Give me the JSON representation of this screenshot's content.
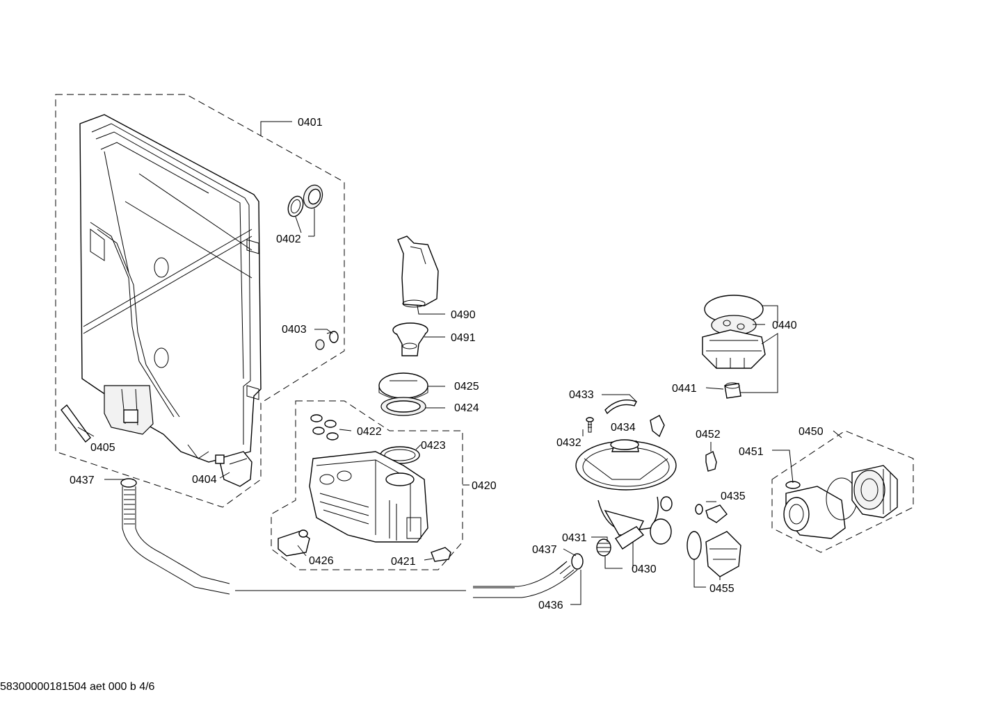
{
  "footer_text": "58300000181504 aet 000 b 4/6",
  "part_labels": {
    "p0401": "0401",
    "p0402": "0402",
    "p0403": "0403",
    "p0404": "0404",
    "p0405": "0405",
    "p0437a": "0437",
    "p0490": "0490",
    "p0491": "0491",
    "p0425": "0425",
    "p0424": "0424",
    "p0422": "0422",
    "p0423": "0423",
    "p0420": "0420",
    "p0426": "0426",
    "p0421": "0421",
    "p0440": "0440",
    "p0441": "0441",
    "p0433": "0433",
    "p0434": "0434",
    "p0432": "0432",
    "p0452": "0452",
    "p0450": "0450",
    "p0451": "0451",
    "p0435": "0435",
    "p0431": "0431",
    "p0437b": "0437",
    "p0430": "0430",
    "p0455": "0455",
    "p0436": "0436"
  }
}
